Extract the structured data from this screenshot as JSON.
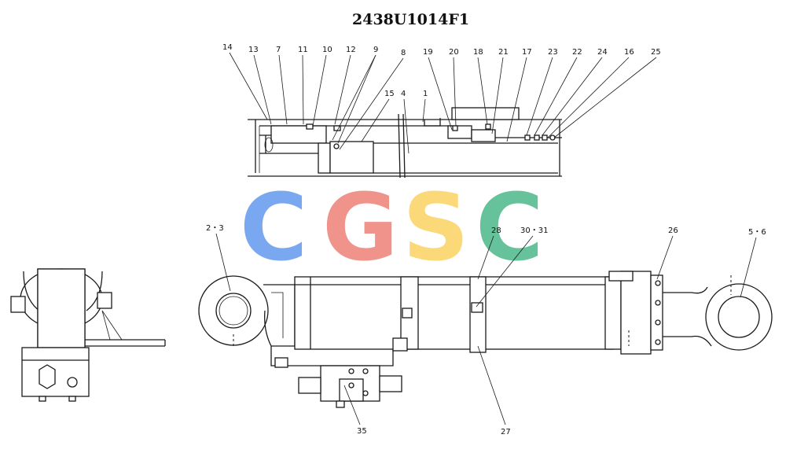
{
  "title": "2438U1014F1",
  "watermark": {
    "letters": [
      {
        "char": "C",
        "color": "#7aa8f0"
      },
      {
        "char": "G",
        "color": "#f0938a"
      },
      {
        "char": "S",
        "color": "#fbd979"
      },
      {
        "char": "C",
        "color": "#66c29a"
      }
    ]
  },
  "labels": {
    "l14": "14",
    "l13": "13",
    "l7": "7",
    "l11": "11",
    "l10": "10",
    "l12": "12",
    "l9": "9",
    "l8": "8",
    "l15": "15",
    "l4": "4",
    "l1": "1",
    "l19": "19",
    "l20": "20",
    "l18": "18",
    "l21": "21",
    "l17": "17",
    "l23": "23",
    "l22": "22",
    "l24": "24",
    "l16": "16",
    "l25": "25",
    "l2_3": "2・3",
    "l28": "28",
    "l30_31": "30・31",
    "l26": "26",
    "l5_6": "5・6",
    "l35": "35",
    "l27": "27"
  }
}
